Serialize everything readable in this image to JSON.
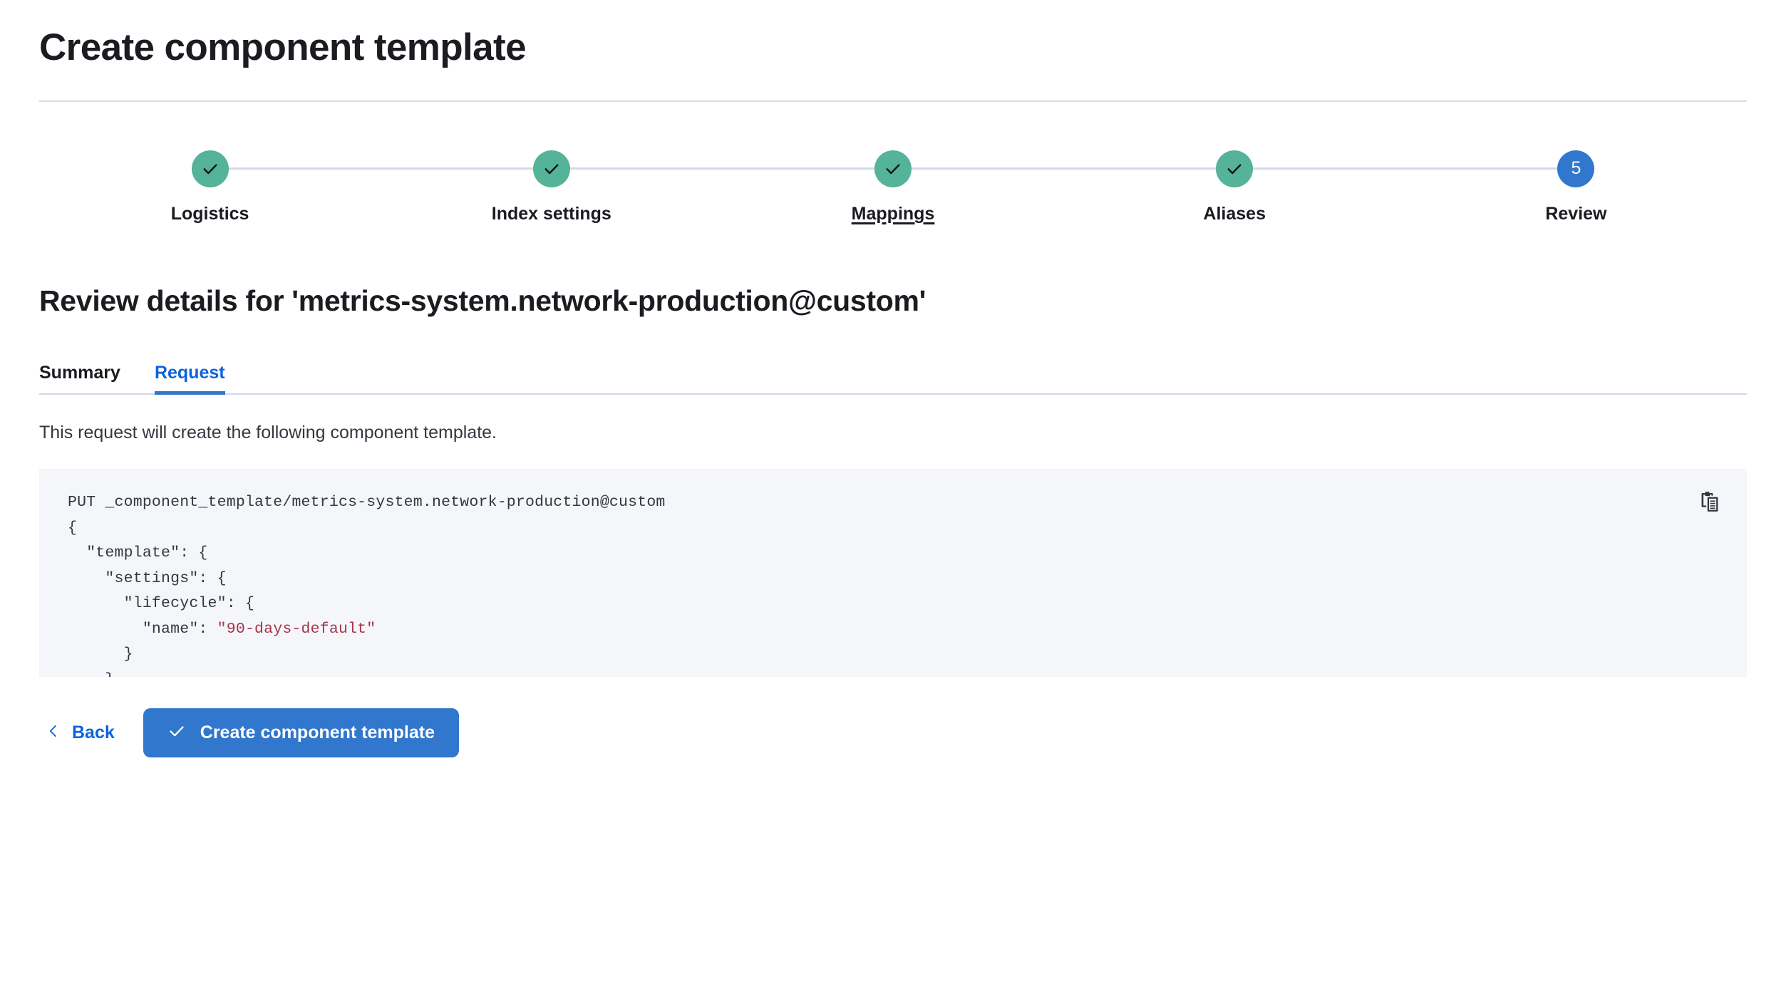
{
  "header": {
    "title": "Create component template"
  },
  "stepper": {
    "accent_complete": "#54b399",
    "accent_current": "#3077cd",
    "steps": [
      {
        "label": "Logistics",
        "state": "complete",
        "icon": "check-icon",
        "underlined": false
      },
      {
        "label": "Index settings",
        "state": "complete",
        "icon": "check-icon",
        "underlined": false
      },
      {
        "label": "Mappings",
        "state": "complete",
        "icon": "check-icon",
        "underlined": true
      },
      {
        "label": "Aliases",
        "state": "complete",
        "icon": "check-icon",
        "underlined": false
      },
      {
        "label": "Review",
        "state": "current",
        "number": "5",
        "underlined": false
      }
    ]
  },
  "review": {
    "heading": "Review details for 'metrics-system.network-production@custom'",
    "tabs": [
      {
        "label": "Summary",
        "active": false
      },
      {
        "label": "Request",
        "active": true
      }
    ],
    "description": "This request will create the following component template."
  },
  "code": {
    "copy_icon": "copy-icon",
    "method_line": "PUT _component_template/metrics-system.network-production@custom",
    "lines": [
      {
        "text": "{"
      },
      {
        "text": "  \"template\": {"
      },
      {
        "text": "    \"settings\": {"
      },
      {
        "text": "      \"lifecycle\": {"
      },
      {
        "text": "        \"name\": ",
        "string": "\"90-days-default\""
      },
      {
        "text": "      }"
      },
      {
        "text": "    }"
      },
      {
        "text": "  }"
      },
      {
        "text": "}"
      }
    ]
  },
  "footer": {
    "back_label": "Back",
    "back_icon": "chevron-left-icon",
    "submit_label": "Create component template",
    "submit_icon": "check-icon",
    "submit_color": "#3077cd"
  }
}
